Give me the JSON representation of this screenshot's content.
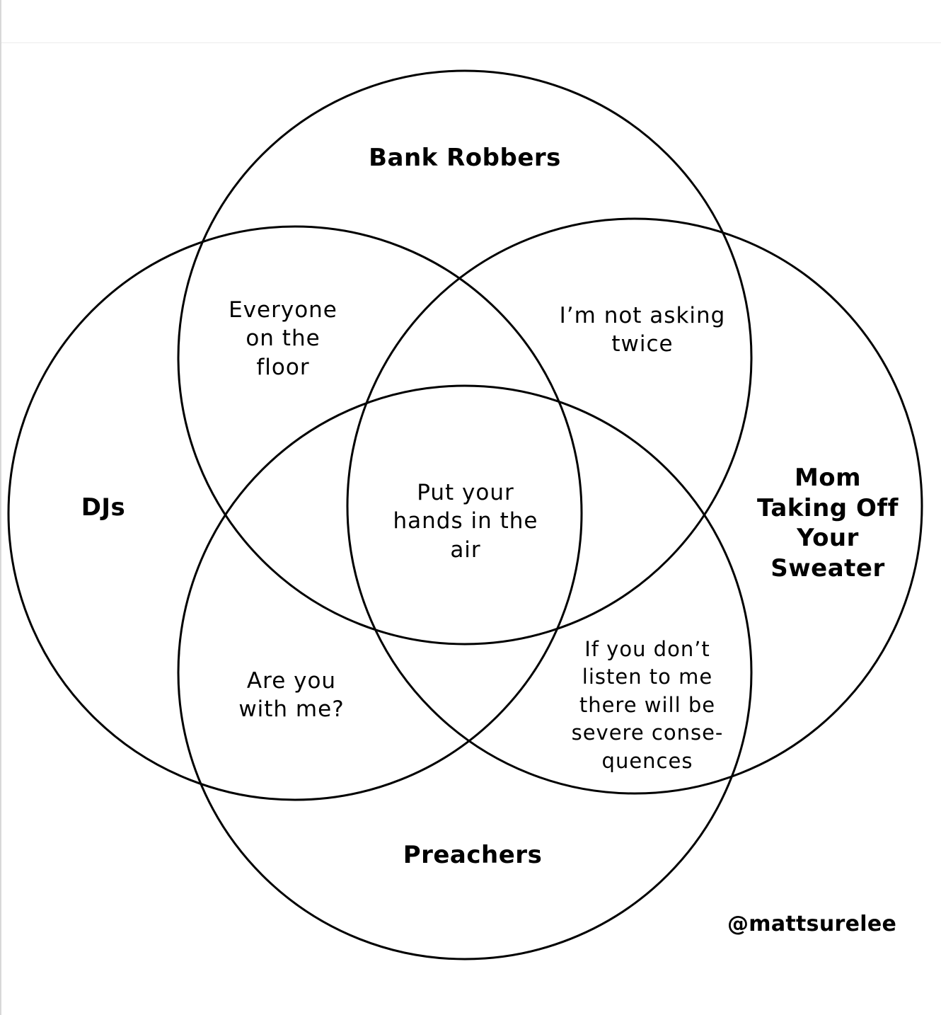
{
  "sets": {
    "bank_robbers": "Bank Robbers",
    "djs": "DJs",
    "mom": [
      "Mom",
      "Taking Off",
      "Your",
      "Sweater"
    ],
    "preachers": "Preachers"
  },
  "regions": {
    "djs_bank_robbers": [
      "Everyone",
      "on the",
      "floor"
    ],
    "bank_robbers_mom": [
      "I’m not asking",
      "twice"
    ],
    "center_all": [
      "Put your",
      "hands in the",
      "air"
    ],
    "djs_preachers": [
      "Are you",
      "with me?"
    ],
    "mom_preachers": [
      "If you don’t",
      "listen to me",
      "there will be",
      "severe conse-",
      "quences"
    ]
  },
  "credit": "@mattsurelee",
  "colors": {
    "stroke": "#000000",
    "background": "#ffffff"
  }
}
